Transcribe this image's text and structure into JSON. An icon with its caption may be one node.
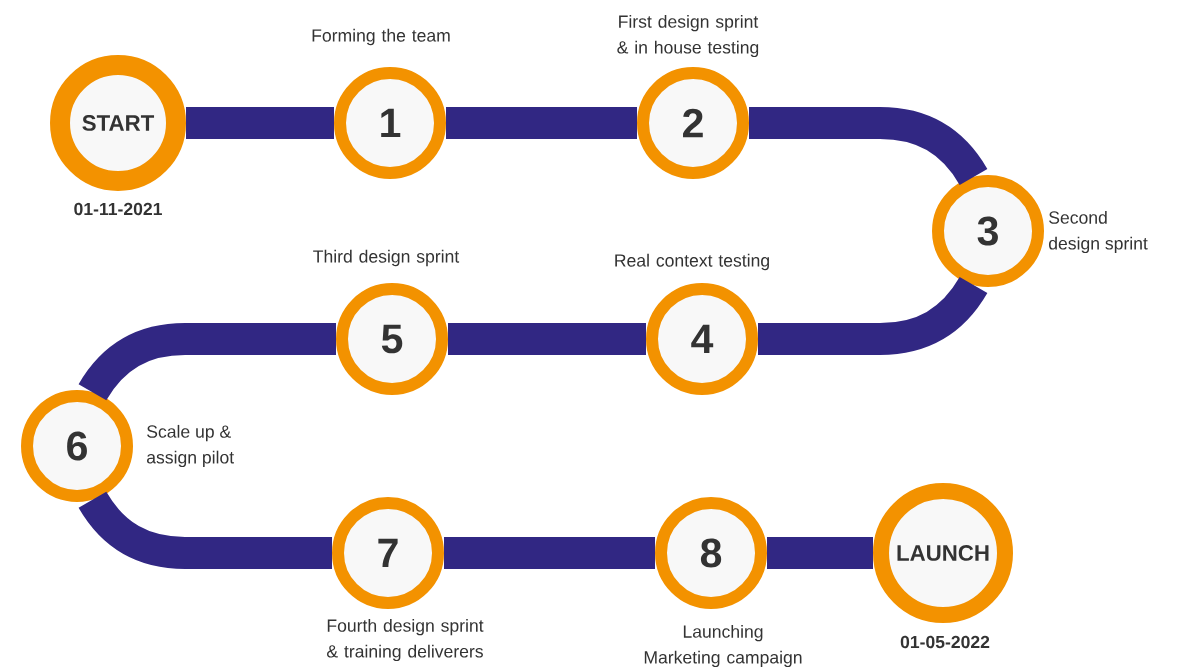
{
  "diagram": {
    "nodes": [
      {
        "text": [
          "START"
        ],
        "beside": [
          "01-11-2021"
        ]
      },
      {
        "text": [
          "1"
        ],
        "beside": [
          "Forming the team"
        ]
      },
      {
        "text": [
          "2"
        ],
        "beside": [
          "First design sprint & in house testing"
        ]
      },
      {
        "text": [
          "3"
        ],
        "beside": [
          "Second design sprint"
        ]
      },
      {
        "text": [
          "4"
        ],
        "beside": [
          "Real context testing"
        ]
      },
      {
        "text": [
          "5"
        ],
        "beside": [
          "Third design sprint"
        ]
      },
      {
        "text": [
          "6"
        ],
        "beside": [
          "Scale up & assign pilot"
        ]
      },
      {
        "text": [
          "7"
        ],
        "beside": [
          "Fourth design sprint & training deliverers"
        ]
      },
      {
        "text": [
          "8"
        ],
        "beside": [
          "Launching Marketing campaign"
        ]
      },
      {
        "text": [
          "LAUNCH"
        ],
        "beside": [
          "01-05-2022"
        ]
      }
    ],
    "edges": [
      {
        "from": 0,
        "to": 1,
        "arrow": "none"
      },
      {
        "from": 1,
        "to": 2,
        "arrow": "none"
      },
      {
        "from": 2,
        "to": 3,
        "arrow": "none"
      },
      {
        "from": 3,
        "to": 4,
        "arrow": "none"
      },
      {
        "from": 4,
        "to": 5,
        "arrow": "none"
      },
      {
        "from": 5,
        "to": 6,
        "arrow": "none"
      },
      {
        "from": 6,
        "to": 7,
        "arrow": "none"
      },
      {
        "from": 7,
        "to": 8,
        "arrow": "none"
      },
      {
        "from": 8,
        "to": 9,
        "arrow": "none"
      }
    ]
  }
}
